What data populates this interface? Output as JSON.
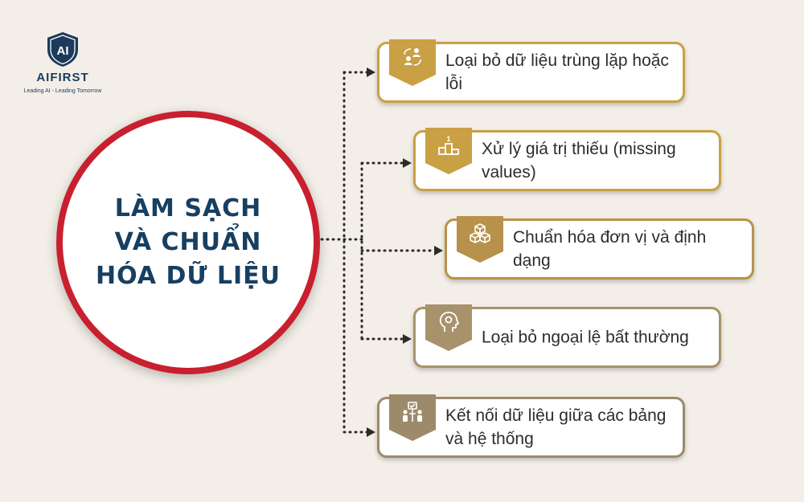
{
  "logo": {
    "mark": "AI",
    "name": "AIFIRST",
    "tagline": "Leading AI - Leading Tomorrow"
  },
  "center": {
    "lines": [
      "LÀM SẠCH",
      "VÀ CHUẨN",
      "HÓA DỮ LIỆU"
    ]
  },
  "items": [
    {
      "label": "Loại bỏ dữ liệu trùng lặp hoặc lỗi",
      "icon": "people-swap-icon",
      "color": "#c9a044"
    },
    {
      "label": "Xử lý giá trị thiếu (missing values)",
      "icon": "podium-icon",
      "color": "#c9a044"
    },
    {
      "label": "Chuẩn hóa đơn vị và định dạng",
      "icon": "cubes-icon",
      "color": "#b8924a"
    },
    {
      "label": "Loại bỏ ngoại lệ bất thường",
      "icon": "head-gear-icon",
      "color": "#a8926c"
    },
    {
      "label": "Kết nối dữ liệu giữa các bảng và hệ thống",
      "icon": "team-connect-icon",
      "color": "#9c8a6a"
    }
  ],
  "colors": {
    "background": "#f3efe8",
    "circle_border": "#c8202e",
    "title": "#173f61",
    "connector": "#2b2b2b"
  }
}
